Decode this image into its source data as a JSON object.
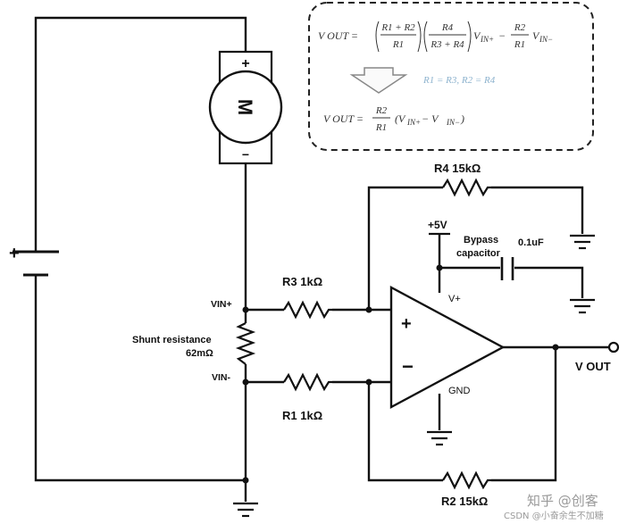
{
  "formula_box": {
    "eq1_lhs": "V OUT =",
    "eq1_f1_num": "R1 + R2",
    "eq1_f1_den": "R1",
    "eq1_f2_num": "R4",
    "eq1_f2_den": "R3 + R4",
    "eq1_vin_plus": "V",
    "eq1_vin_plus_sub": "IN+",
    "eq1_minus": "−",
    "eq1_f3_num": "R2",
    "eq1_f3_den": "R1",
    "eq1_vin_minus": "V",
    "eq1_vin_minus_sub": "IN−",
    "condition": "R1 = R3, R2 = R4",
    "eq2_lhs": "V OUT =",
    "eq2_f_num": "R2",
    "eq2_f_den": "R1",
    "eq2_rhs": "(V",
    "eq2_rhs_sub1": "IN+",
    "eq2_rhs_mid": " − V",
    "eq2_rhs_sub2": "IN−",
    "eq2_rhs_end": ")"
  },
  "motor": {
    "symbol": "M",
    "plus": "+",
    "minus": "−"
  },
  "battery": {
    "plus": "+"
  },
  "labels": {
    "r4": "R4 15kΩ",
    "r3": "R3 1kΩ",
    "r1": "R1 1kΩ",
    "r2": "R2 15kΩ",
    "vin_plus": "VIN+",
    "vin_minus": "VIN-",
    "shunt_line1": "Shunt resistance",
    "shunt_line2": "62mΩ",
    "supply": "+5V",
    "bypass_line1": "Bypass",
    "bypass_line2": "capacitor",
    "cap_value": "0.1uF",
    "vplus_pin": "V+",
    "gnd_pin": "GND",
    "opamp_plus": "+",
    "opamp_minus": "−",
    "vout": "V OUT"
  },
  "watermark": {
    "logo_text": "知乎 @创客",
    "credit": "CSDN @小奋余生不加糖"
  }
}
